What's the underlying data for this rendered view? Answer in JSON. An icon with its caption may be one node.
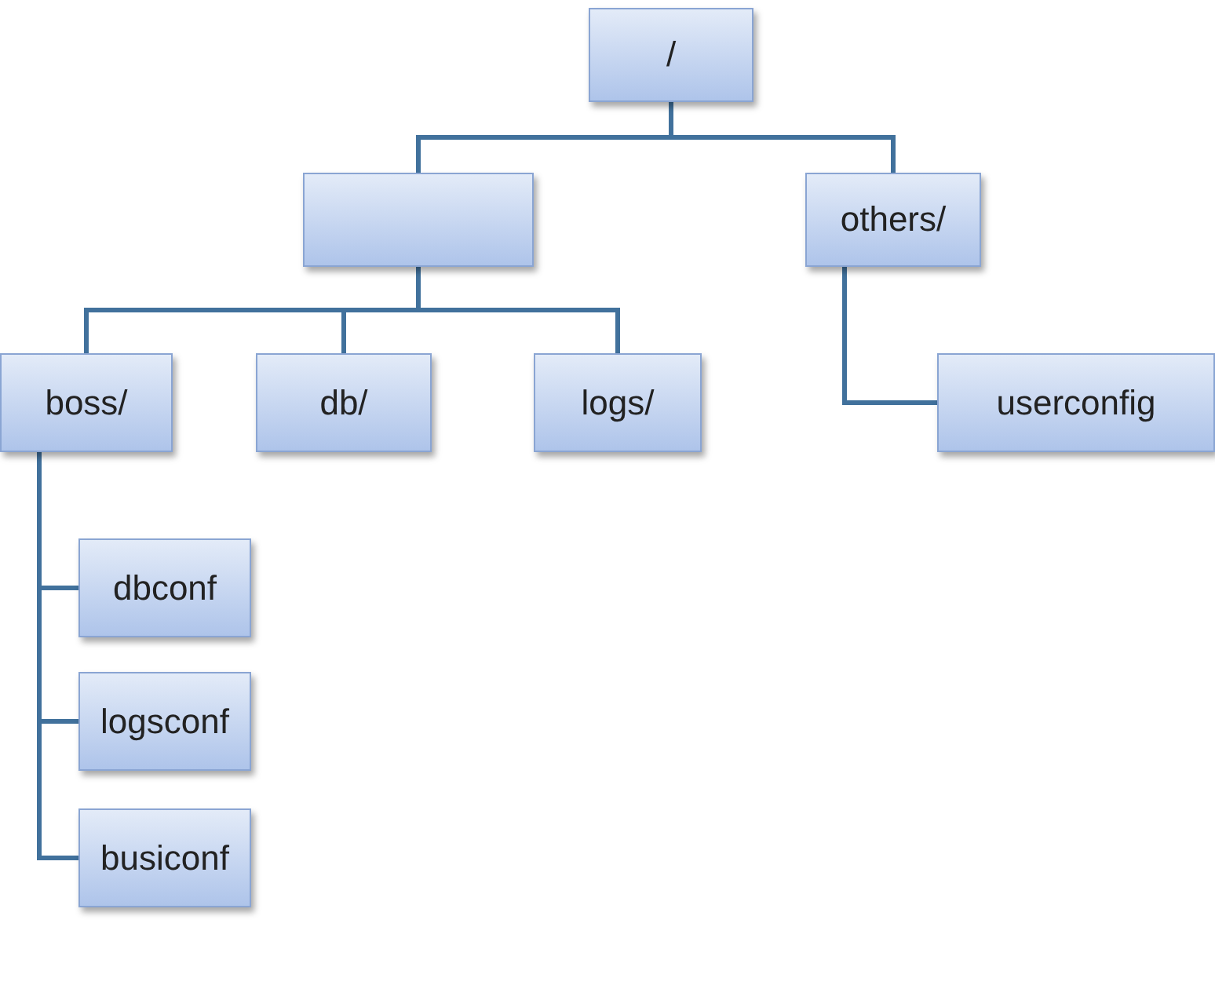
{
  "diagram": {
    "nodes": [
      {
        "text": [
          "/"
        ]
      },
      {
        "text": [],
        "shape": "box"
      },
      {
        "text": [
          "others/"
        ]
      },
      {
        "text": [
          "boss/"
        ]
      },
      {
        "text": [
          "db/"
        ]
      },
      {
        "text": [
          "logs/"
        ]
      },
      {
        "text": [
          "userconfig"
        ]
      },
      {
        "text": [
          "dbconf"
        ]
      },
      {
        "text": [
          "logsconf"
        ]
      },
      {
        "text": [
          "busiconf"
        ]
      }
    ],
    "edges": [
      {
        "from": 0,
        "to": 1,
        "arrow": "none"
      },
      {
        "from": 0,
        "to": 2,
        "arrow": "none"
      },
      {
        "from": 1,
        "to": 3,
        "arrow": "none"
      },
      {
        "from": 1,
        "to": 4,
        "arrow": "none"
      },
      {
        "from": 1,
        "to": 5,
        "arrow": "none"
      },
      {
        "from": 2,
        "to": 6,
        "arrow": "none"
      },
      {
        "from": 3,
        "to": 7,
        "arrow": "none"
      },
      {
        "from": 3,
        "to": 8,
        "arrow": "none"
      },
      {
        "from": 3,
        "to": 9,
        "arrow": "none"
      }
    ]
  }
}
